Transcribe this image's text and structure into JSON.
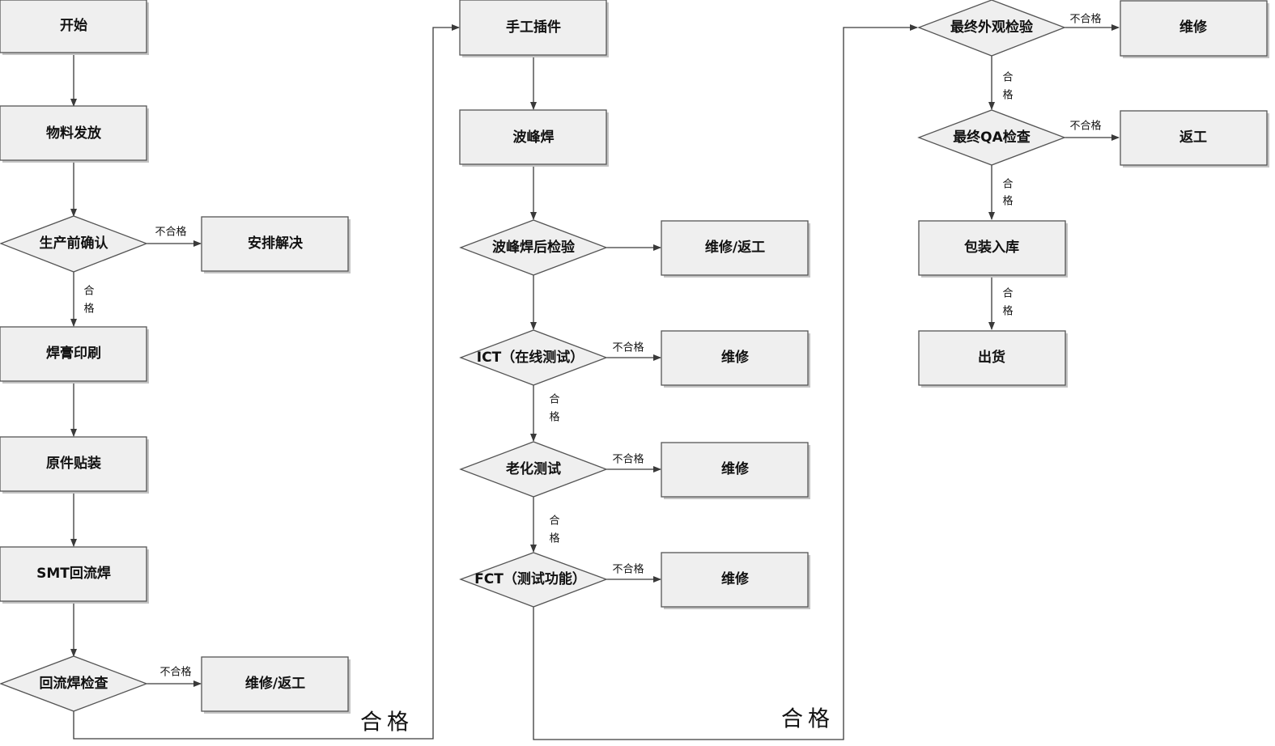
{
  "nodes": {
    "start": "开始",
    "material_issue": "物料发放",
    "pre_production_check": "生产前确认",
    "arrange_solution": "安排解决",
    "solder_paste_printing": "焊膏印刷",
    "component_mounting": "原件贴装",
    "smt_reflow": "SMT回流焊",
    "reflow_inspection": "回流焊检查",
    "repair_rework_1": "维修/返工",
    "manual_insertion": "手工插件",
    "wave_soldering": "波峰焊",
    "post_wave_inspection": "波峰焊后检验",
    "repair_rework_2": "维修/返工",
    "ict_test": "ICT（在线测试）",
    "repair_ict": "维修",
    "aging_test": "老化测试",
    "repair_aging": "维修",
    "fct_test": "FCT（测试功能）",
    "repair_fct": "维修",
    "final_visual_inspection": "最终外观检验",
    "repair_final": "维修",
    "final_qa_check": "最终QA检查",
    "rework_qa": "返工",
    "packing_storage": "包装入库",
    "shipment": "出货"
  },
  "labels": {
    "fail": "不合格",
    "pass_top": "合",
    "pass_bottom": "格",
    "pass_big": "合格"
  },
  "colors": {
    "node_fill": "#efefef",
    "node_border": "#555555",
    "shadow": "#c4c4c4",
    "line": "#3a3a3a"
  }
}
